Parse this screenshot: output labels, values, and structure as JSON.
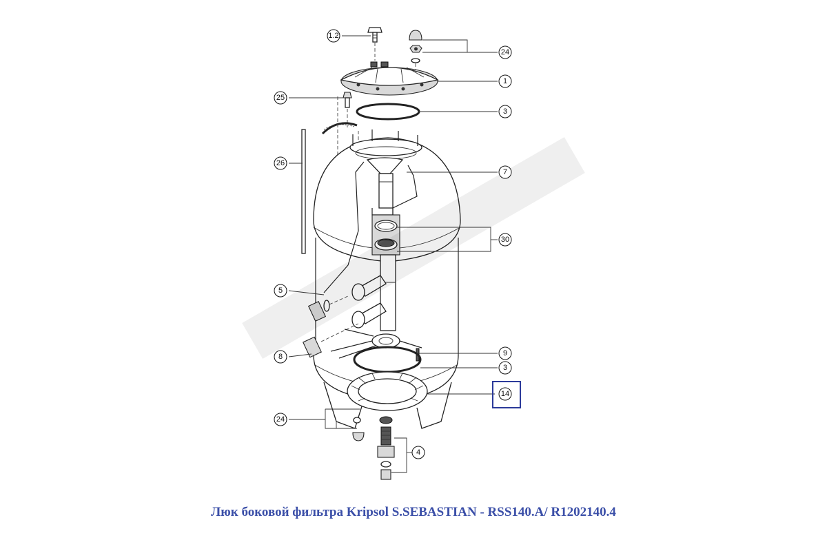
{
  "caption": "Люк боковой фильтра Kripsol S.SEBASTIAN - RSS140.A/ R1202140.4",
  "callouts": [
    {
      "id": "c-1-2",
      "label": "1.2"
    },
    {
      "id": "c-24-top",
      "label": "24"
    },
    {
      "id": "c-1",
      "label": "1"
    },
    {
      "id": "c-25",
      "label": "25"
    },
    {
      "id": "c-3-top",
      "label": "3"
    },
    {
      "id": "c-26",
      "label": "26"
    },
    {
      "id": "c-7",
      "label": "7"
    },
    {
      "id": "c-30",
      "label": "30"
    },
    {
      "id": "c-5",
      "label": "5"
    },
    {
      "id": "c-9",
      "label": "9"
    },
    {
      "id": "c-8",
      "label": "8"
    },
    {
      "id": "c-3-bottom",
      "label": "3"
    },
    {
      "id": "c-14",
      "label": "14"
    },
    {
      "id": "c-24-bottom",
      "label": "24"
    },
    {
      "id": "c-4",
      "label": "4"
    }
  ],
  "highlight": {
    "label": "14",
    "color": "#2b3a9a"
  },
  "colors": {
    "caption": "#3b4fa8",
    "highlight_box": "#2b3a9a"
  }
}
